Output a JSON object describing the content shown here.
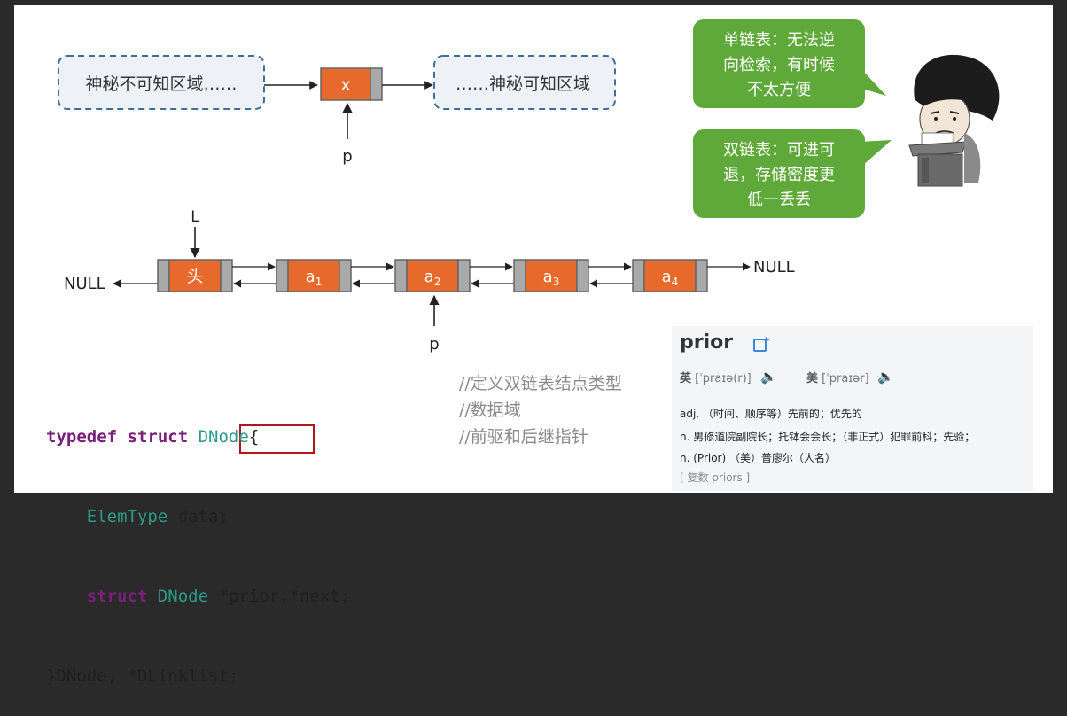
{
  "top_diagram": {
    "left_region": "神秘不可知区域……",
    "node_label": "x",
    "right_region": "……神秘可知区域",
    "pointer_label": "p"
  },
  "list_diagram": {
    "head_pointer_label": "L",
    "null_left": "NULL",
    "null_right": "NULL",
    "head_label": "头",
    "nodes": [
      {
        "base": "a",
        "sub": "1"
      },
      {
        "base": "a",
        "sub": "2"
      },
      {
        "base": "a",
        "sub": "3"
      },
      {
        "base": "a",
        "sub": "4"
      }
    ],
    "pointer_label": "p"
  },
  "bubbles": {
    "single": [
      "单链表：无法逆",
      "向检索，有时候",
      "不太方便"
    ],
    "double": [
      "双链表：可进可",
      "退，存储密度更",
      "低一丢丢"
    ]
  },
  "code": {
    "line1": {
      "kw": "typedef struct",
      "ty": "DNode",
      "rest": "{"
    },
    "line2": {
      "ty": "ElemType",
      "rest": "data;"
    },
    "line3": {
      "kw": "struct",
      "ty": "DNode",
      "boxed": "*prior",
      "rest": ",*next;"
    },
    "line4": {
      "rest": "}DNode, *DLinklist;"
    }
  },
  "comments": [
    "//定义双链表结点类型",
    "//数据域",
    "//前驱和后继指针"
  ],
  "dictionary": {
    "word": "prior",
    "uk_label": "英",
    "uk_ipa": "[ˈpraɪə(r)]",
    "us_label": "美",
    "us_ipa": "[ˈpraɪər]",
    "def1": "adj. （时间、顺序等）先前的；优先的",
    "def2": "n. 男修道院副院长；托钵会会长；（非正式）犯罪前科；先验；",
    "def3": "n. (Prior) （美）普廖尔（人名）",
    "plural": "[ 复数 priors ]"
  },
  "colors": {
    "node_fill": "#e8692c",
    "node_gray": "#a9a9a9",
    "bubble_green": "#5fa83a",
    "dashed_border": "#3a6fa0",
    "highlight_red": "#c0161c",
    "code_keyword": "#7a1f7a",
    "code_type": "#2a9a8a"
  }
}
